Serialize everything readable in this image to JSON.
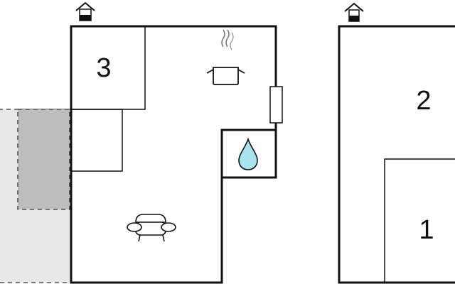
{
  "floor_plan": {
    "units": [
      {
        "rooms": [
          {
            "number": "3"
          }
        ]
      },
      {
        "rooms": [
          {
            "number": "2"
          },
          {
            "number": "1"
          }
        ]
      }
    ],
    "icons": {
      "entrance": "house-entrance-icon",
      "kitchen": "cooking-pot-icon",
      "bathroom": "water-drop-icon",
      "living": "sofa-icon"
    },
    "colors": {
      "walls": "#111111",
      "outdoor_area": "#e8e8e8",
      "terrace": "#bdbdbd",
      "water": "#a9e3ee"
    }
  }
}
